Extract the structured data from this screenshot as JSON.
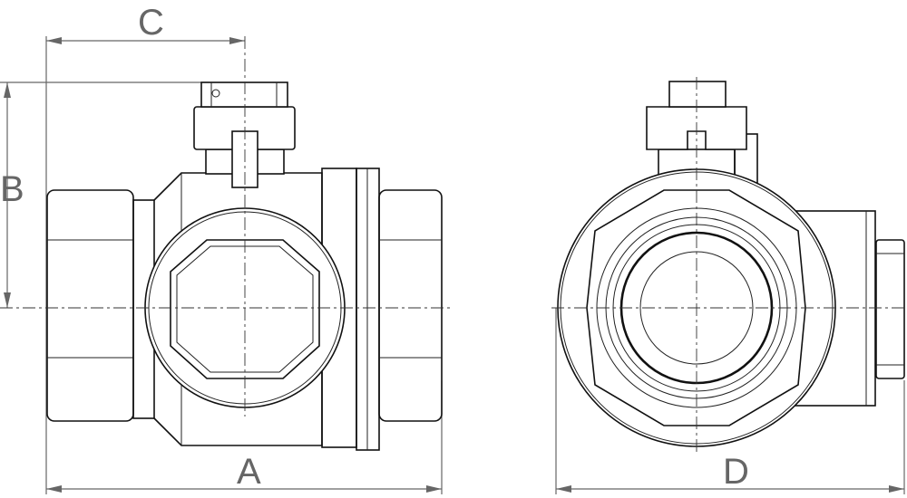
{
  "dimensions": {
    "a": "A",
    "b": "B",
    "c": "C",
    "d": "D"
  },
  "colors": {
    "line": "#111111",
    "dimension": "#666666"
  }
}
